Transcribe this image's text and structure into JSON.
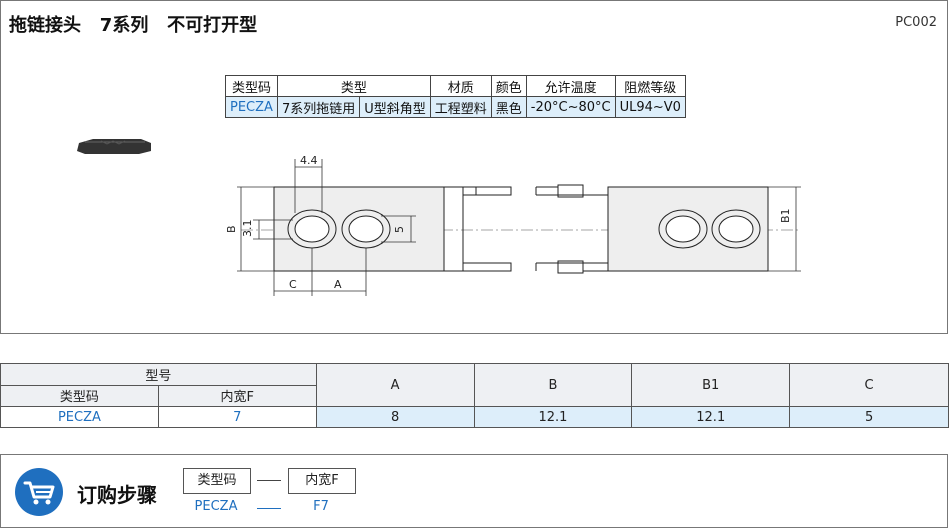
{
  "header": {
    "title": "拖链接头   7系列   不可打开型",
    "code": "PC002"
  },
  "spec_table": {
    "headers": [
      "类型码",
      "类型",
      "材质",
      "颜色",
      "允许温度",
      "阻燃等级"
    ],
    "row": [
      "PECZA",
      "7系列拖链用",
      "U型斜角型",
      "工程塑料",
      "黑色",
      "-20°C~80°C",
      "UL94~V0"
    ]
  },
  "drawing": {
    "dim_44": "4.4",
    "dim_31": "3.1",
    "dim_b": "B",
    "dim_5": "5",
    "dim_c": "C",
    "dim_a": "A",
    "dim_b1": "B1"
  },
  "dim_table": {
    "model_label": "型号",
    "type_code_label": "类型码",
    "inner_width_label": "内宽F",
    "columns": [
      "A",
      "B",
      "B1",
      "C"
    ],
    "type_code": "PECZA",
    "inner_width": "7",
    "values": [
      "8",
      "12.1",
      "12.1",
      "5"
    ]
  },
  "order": {
    "title": "订购步骤",
    "steps": [
      "类型码",
      "内宽F"
    ],
    "values": [
      "PECZA",
      "F7"
    ],
    "icon": "cart-icon",
    "accent": "#1f6fbf"
  }
}
